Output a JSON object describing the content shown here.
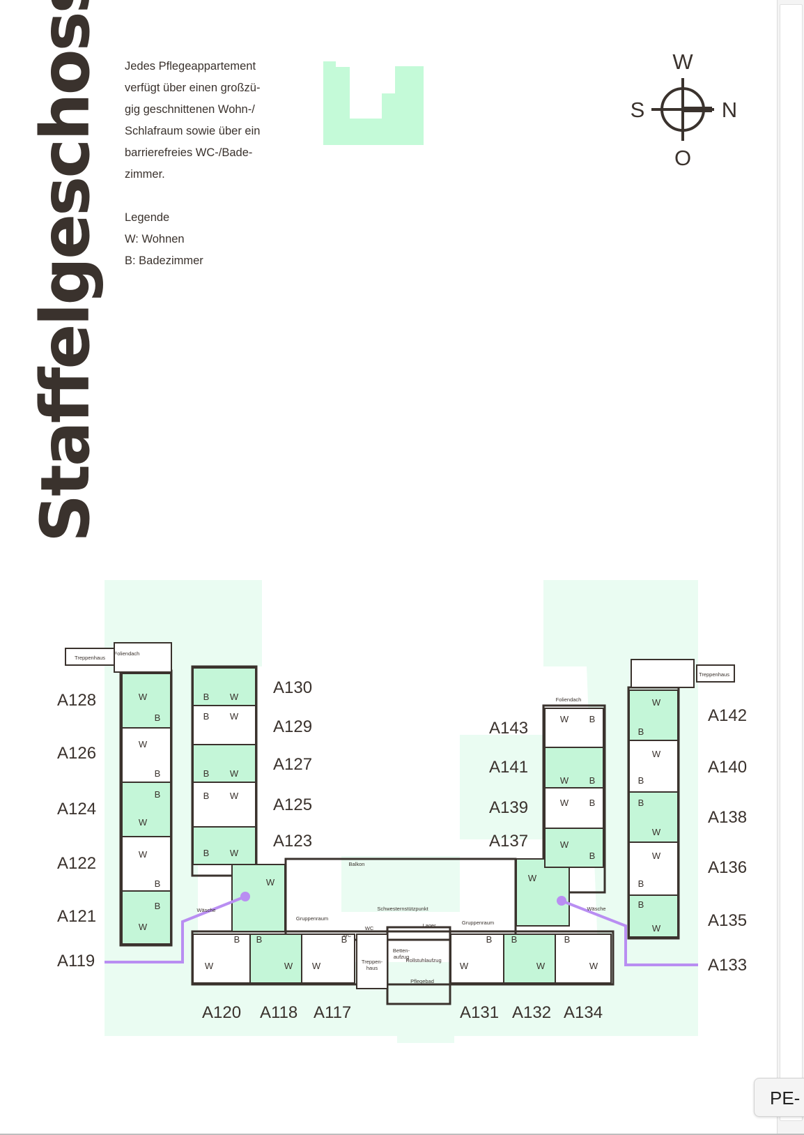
{
  "title": "Staffelgeschoss",
  "intro": "Jedes Pflegeappartement verfügt über einen großzü-gig geschnittenen Wohn-/ Schlafraum sowie über ein barrierefreies WC-/Bade-zimmer.",
  "intro_lines": [
    "Jedes Pflegeappartement",
    "verfügt über einen großzü-",
    "gig geschnittenen Wohn-/",
    "Schlafraum sowie über ein",
    "barrierefreies WC-/Bade-",
    "zimmer."
  ],
  "legend": {
    "heading": "Legende",
    "w": "W: Wohnen",
    "b": "B: Badezimmer"
  },
  "compass": {
    "w": "W",
    "s": "S",
    "n": "N",
    "o": "O"
  },
  "colors": {
    "text": "#3a322d",
    "terrace": "#eafcf2",
    "apartment": "#c4f6d8",
    "keyplan": "#c4fad8",
    "route": "#b98ef2",
    "wall": "#3a322d"
  },
  "plan": {
    "room_labels": {
      "w": "W",
      "b": "B",
      "treppenhaus": "Treppenhaus",
      "foliendach": "Foliendach",
      "balkon": "Balkon",
      "waesche": "Wäsche",
      "gruppenraum": "Gruppenraum",
      "wc": "WC",
      "schwesternstuetzpunkt": "Schwesternstützpunkt",
      "lager": "Lager",
      "rollstuhlaufzug": "Rollstuhlaufzug",
      "bettenaufzug": "Betten-aufzug",
      "bettenaufzug_lines": [
        "Betten-",
        "aufzug"
      ],
      "treppenhaus_split": [
        "Treppen-",
        "haus"
      ],
      "pflegebad": "Pflegebad"
    },
    "units": {
      "a128": "A128",
      "a126": "A126",
      "a124": "A124",
      "a122": "A122",
      "a121": "A121",
      "a119": "A119",
      "a130": "A130",
      "a129": "A129",
      "a127": "A127",
      "a125": "A125",
      "a123": "A123",
      "a120": "A120",
      "a118": "A118",
      "a117": "A117",
      "a131": "A131",
      "a132": "A132",
      "a134": "A134",
      "a143": "A143",
      "a141": "A141",
      "a139": "A139",
      "a137": "A137",
      "a142": "A142",
      "a140": "A140",
      "a138": "A138",
      "a136": "A136",
      "a135": "A135",
      "a133": "A133"
    }
  },
  "pe_tab": "PE-"
}
